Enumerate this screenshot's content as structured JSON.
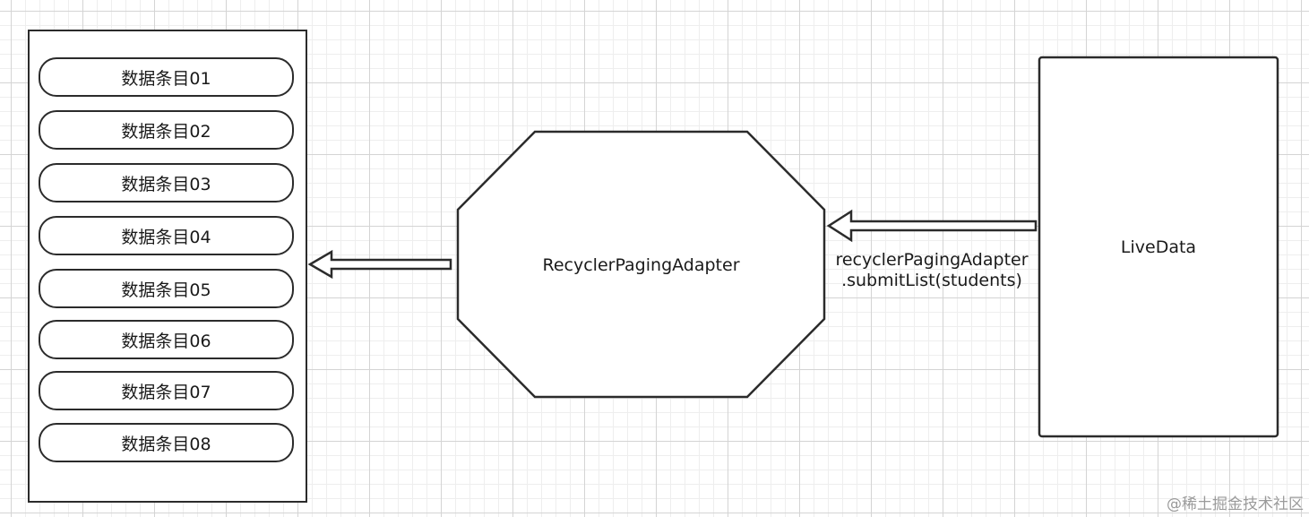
{
  "list": {
    "items": [
      {
        "label": "数据条目01"
      },
      {
        "label": "数据条目02"
      },
      {
        "label": "数据条目03"
      },
      {
        "label": "数据条目04"
      },
      {
        "label": "数据条目05"
      },
      {
        "label": "数据条目06"
      },
      {
        "label": "数据条目07"
      },
      {
        "label": "数据条目08"
      }
    ]
  },
  "adapter": {
    "label": "RecyclerPagingAdapter"
  },
  "source": {
    "label": "LiveData"
  },
  "edge": {
    "line1": "recyclerPagingAdapter",
    "line2": ".submitList(students)"
  },
  "watermark": "@稀土掘金技术社区",
  "colors": {
    "stroke": "#2b2b2b",
    "fill": "#ffffff"
  }
}
